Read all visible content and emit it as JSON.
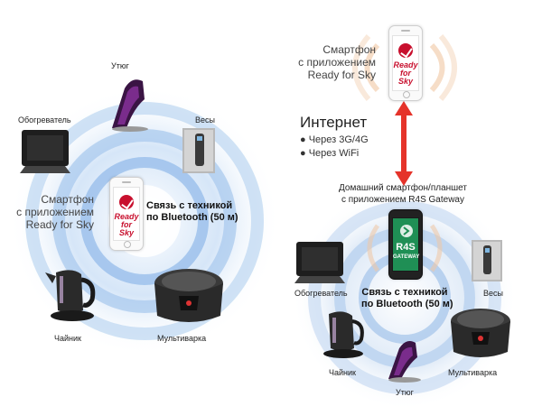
{
  "left": {
    "labels": {
      "iron": "Утюг",
      "heater": "Обогреватель",
      "scales": "Весы",
      "kettle": "Чайник",
      "multicooker": "Мультиварка"
    },
    "phone_caption": [
      "Смартфон",
      "с приложением",
      "Ready for Sky"
    ],
    "bt_caption": [
      "Связь с техникой",
      "по Bluetooth (50 м)"
    ],
    "app_name": [
      "Ready",
      "for",
      "Sky"
    ]
  },
  "right": {
    "phone_caption": [
      "Смартфон",
      "с приложением",
      "Ready for Sky"
    ],
    "app_name": [
      "Ready",
      "for",
      "Sky"
    ],
    "internet": {
      "title": "Интернет",
      "items": [
        "Через 3G/4G",
        "Через WiFi"
      ]
    },
    "gateway_caption": [
      "Домашний смартфон/планшет",
      "с приложением R4S Gateway"
    ],
    "gateway_app": [
      "R4S",
      "GATEWAY"
    ],
    "bt_caption": [
      "Связь с техникой",
      "по Bluetooth (50 м)"
    ],
    "labels": {
      "heater": "Обогреватель",
      "scales": "Весы",
      "kettle": "Чайник",
      "iron": "Утюг",
      "multicooker": "Мультиварка"
    }
  },
  "colors": {
    "brand_red": "#c8102e",
    "arrow_red": "#e5332a",
    "signal_blue": "#3f7fd0",
    "gateway_green": "#2e9e5b"
  }
}
